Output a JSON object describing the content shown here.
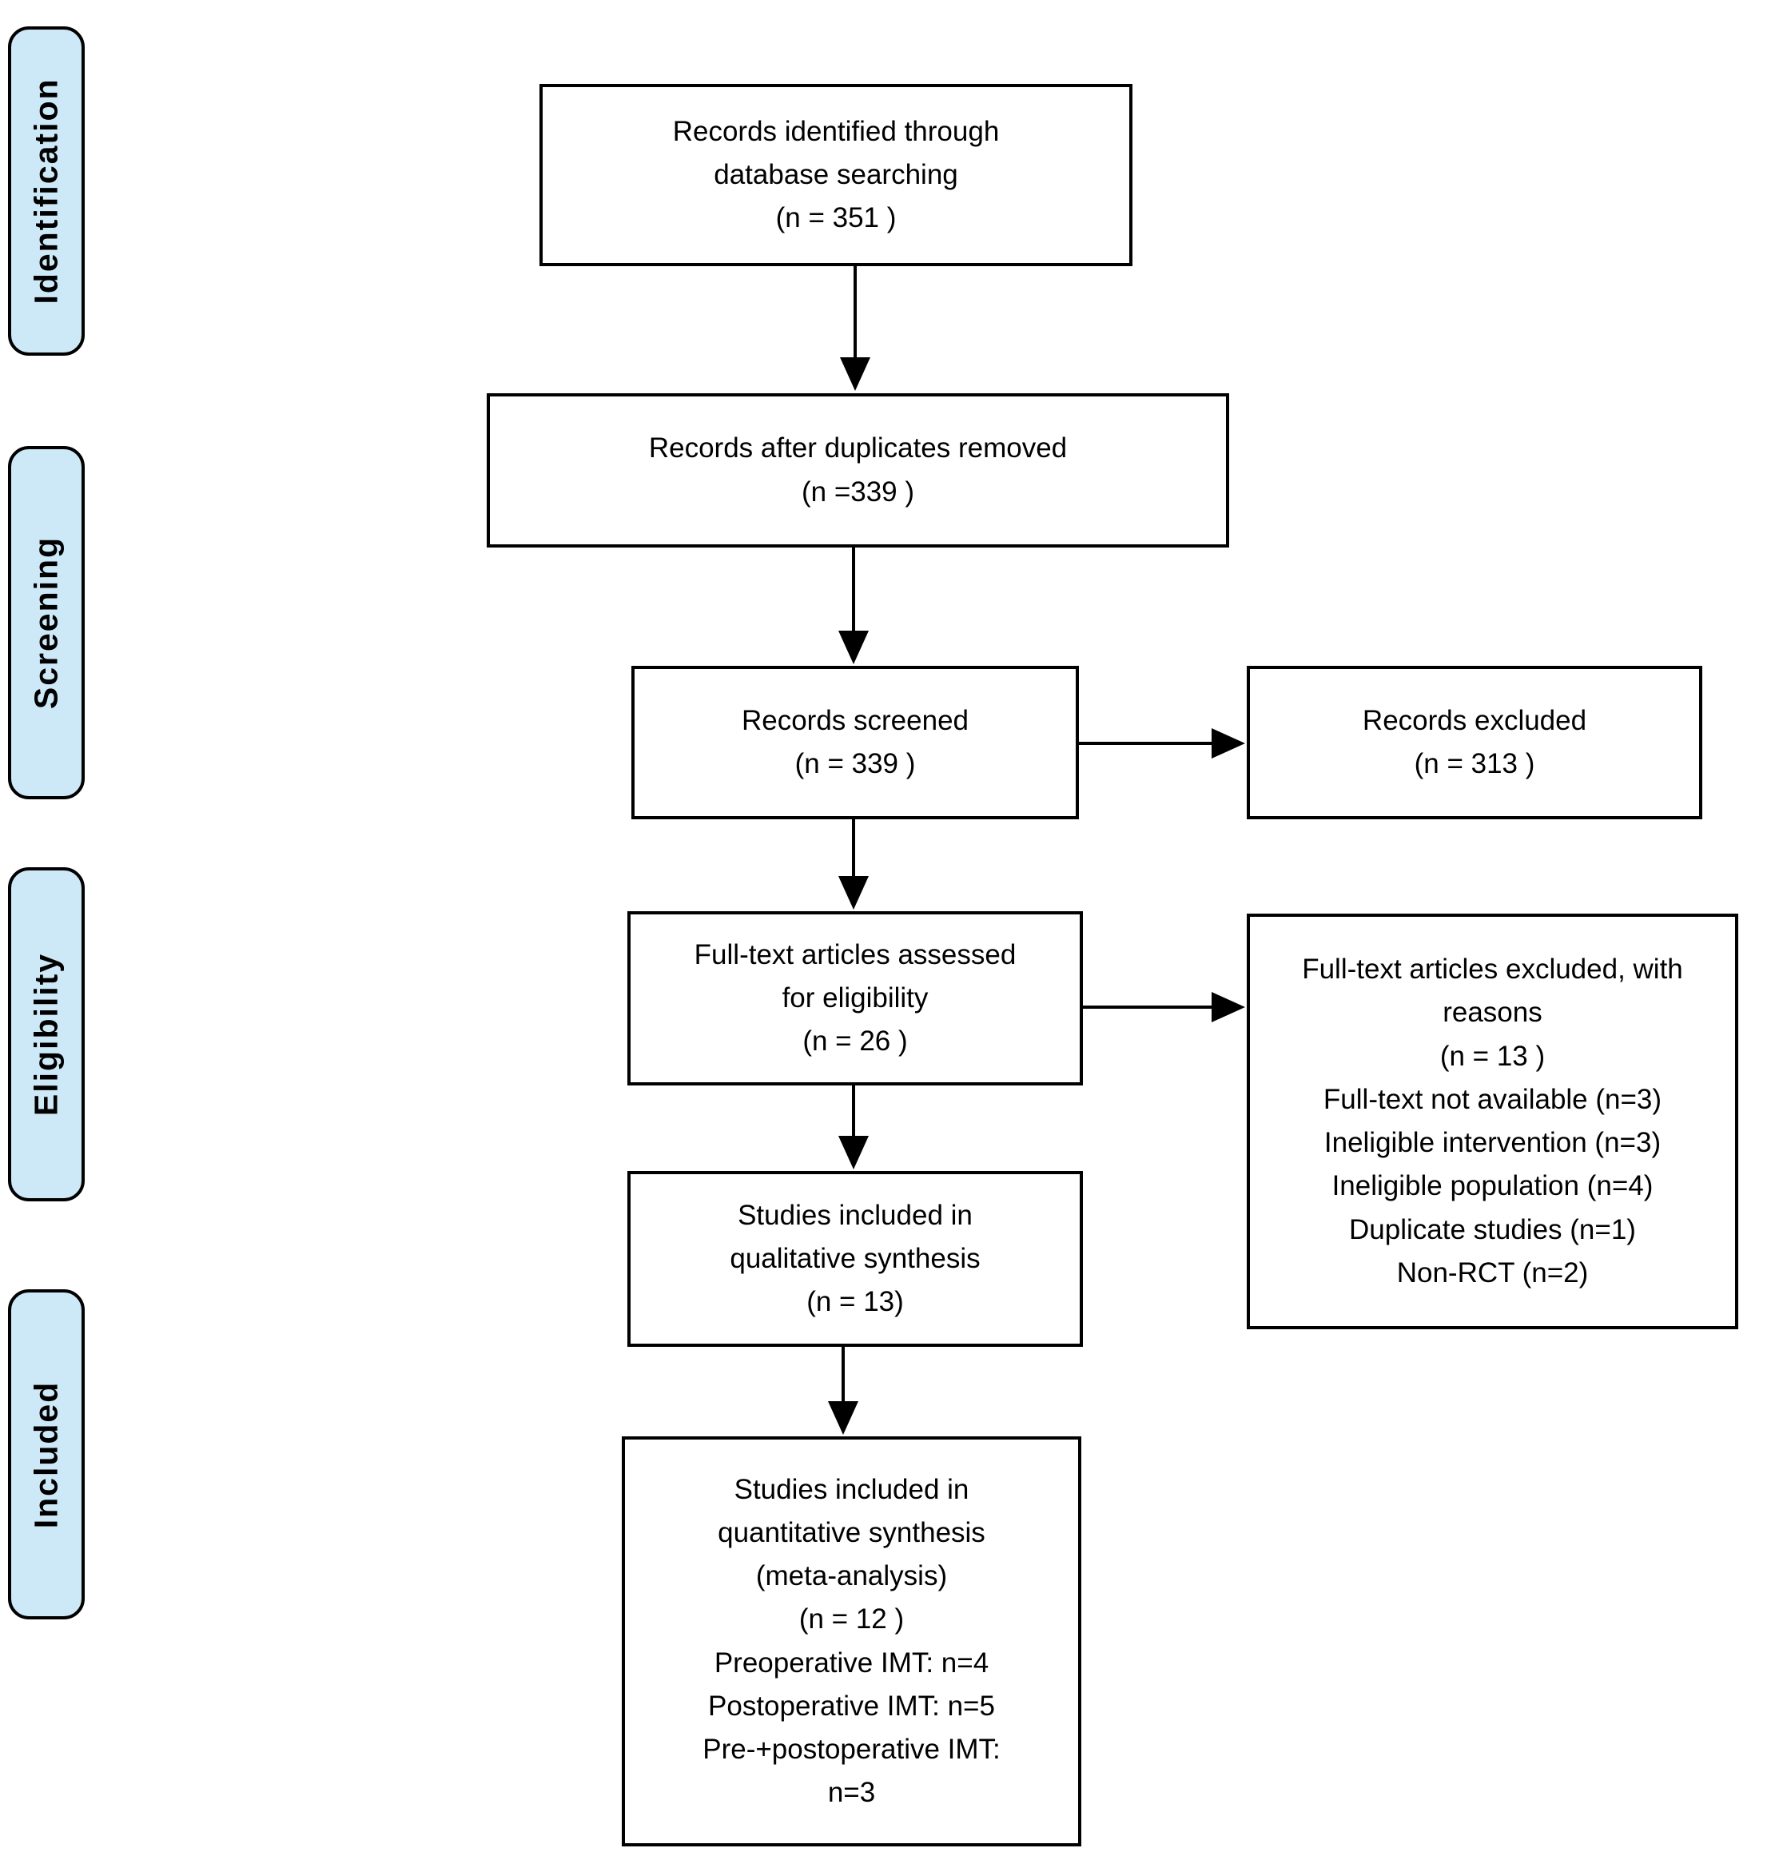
{
  "diagram": {
    "type": "prisma-flow",
    "colors": {
      "background": "#ffffff",
      "stage_fill": "#cde9f8",
      "box_border": "#000000"
    },
    "stages": [
      {
        "label": "Identification"
      },
      {
        "label": "Screening"
      },
      {
        "label": "Eligibility"
      },
      {
        "label": "Included"
      }
    ],
    "boxes": {
      "identified": {
        "lines": [
          "Records identified through",
          "database searching",
          "(n = 351 )"
        ]
      },
      "duplicates_removed": {
        "lines": [
          "Records after duplicates removed",
          "(n =339 )"
        ]
      },
      "screened": {
        "lines": [
          "Records screened",
          "(n = 339 )"
        ]
      },
      "records_excluded": {
        "lines": [
          "Records excluded",
          "(n = 313 )"
        ]
      },
      "fulltext_assessed": {
        "lines": [
          "Full-text articles assessed",
          "for eligibility",
          "(n = 26 )"
        ]
      },
      "fulltext_excluded": {
        "lines": [
          "Full-text articles excluded, with",
          "reasons",
          "(n = 13 )",
          "Full-text not available (n=3)",
          "Ineligible intervention (n=3)",
          "Ineligible population (n=4)",
          "Duplicate studies (n=1)",
          "Non-RCT (n=2)"
        ]
      },
      "qualitative": {
        "lines": [
          "Studies included in",
          "qualitative synthesis",
          "(n = 13)"
        ]
      },
      "quantitative": {
        "lines": [
          "Studies included in",
          "quantitative synthesis",
          "(meta-analysis)",
          "(n = 12 )",
          "Preoperative IMT: n=4",
          "Postoperative IMT: n=5",
          "Pre-+postoperative IMT:",
          "n=3"
        ]
      }
    }
  }
}
